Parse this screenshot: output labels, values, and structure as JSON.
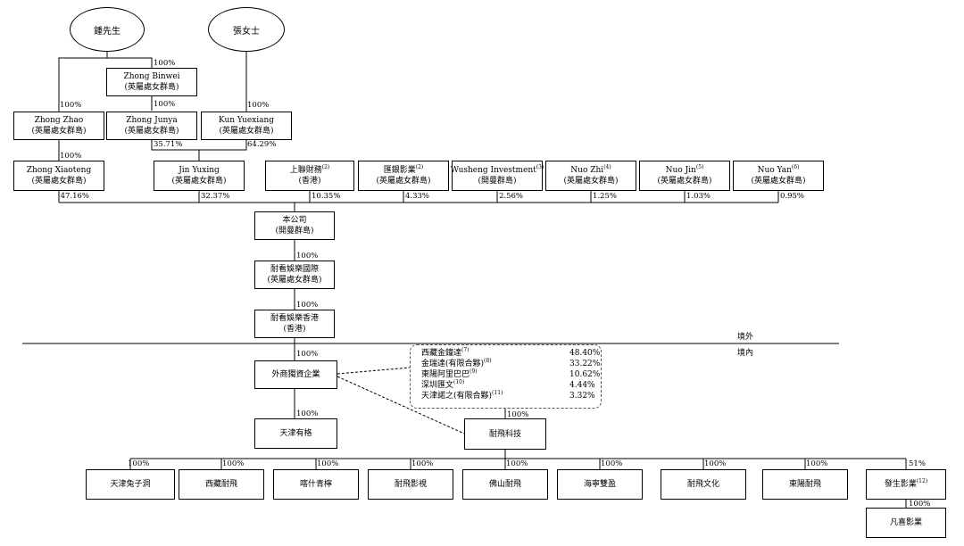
{
  "persons": {
    "mr_zhong": "鍾先生",
    "ms_zhang": "張女士"
  },
  "entities": {
    "zhong_binwei": {
      "name": "Zhong Binwei",
      "place": "(英屬處女群島)"
    },
    "zhong_zhao": {
      "name": "Zhong Zhao",
      "place": "(英屬處女群島)"
    },
    "zhong_junya": {
      "name": "Zhong Junya",
      "place": "(英屬處女群島)"
    },
    "kun_yuexiang": {
      "name": "Kun Yuexiang",
      "place": "(英屬處女群島)"
    },
    "zhong_xiaoteng": {
      "name": "Zhong Xiaoteng",
      "place": "(英屬處女群島)"
    },
    "jin_yuxing": {
      "name": "Jin Yuxing",
      "place": "(英屬處女群島)"
    },
    "shanglian": {
      "name": "上聯財務",
      "note": "(2)",
      "place": "(香港)"
    },
    "huiyin": {
      "name": "匯銀影業",
      "note": "(2)",
      "place": "(英屬處女群島)"
    },
    "wusheng": {
      "name": "Wusheng Investment",
      "note": "(3)",
      "place": "(開曼群島)"
    },
    "nuo_zhi": {
      "name": "Nuo Zhi",
      "note": "(4)",
      "place": "(英屬處女群島)"
    },
    "nuo_jin": {
      "name": "Nuo Jin",
      "note": "(5)",
      "place": "(英屬處女群島)"
    },
    "nuo_yan": {
      "name": "Nuo Yan",
      "note": "(6)",
      "place": "(英屬處女群島)"
    },
    "company": {
      "name": "本公司",
      "place": "(開曼群島)"
    },
    "naikan_intl": {
      "name": "耐看娛樂國際",
      "place": "(英屬處女群島)"
    },
    "naikan_hk": {
      "name": "耐看娛樂香港",
      "place": "(香港)"
    },
    "wfoe": {
      "name": "外商獨資企業"
    },
    "tianjin_youge": {
      "name": "天津有格"
    },
    "naifei_tech": {
      "name": "耐飛科技"
    }
  },
  "subsidiaries": [
    {
      "name": "天津兔子洞",
      "pct": "100%"
    },
    {
      "name": "西藏耐飛",
      "pct": "100%"
    },
    {
      "name": "喀什青檸",
      "pct": "100%"
    },
    {
      "name": "耐飛影視",
      "pct": "100%"
    },
    {
      "name": "佛山耐飛",
      "pct": "100%"
    },
    {
      "name": "海寧雙盈",
      "pct": "100%"
    },
    {
      "name": "耐飛文化",
      "pct": "100%"
    },
    {
      "name": "東陽耐飛",
      "pct": "100%"
    },
    {
      "name": "發生影業",
      "note": "(12)",
      "pct": "51%"
    }
  ],
  "fanxi": {
    "name": "凡喜影業",
    "pct": "100%"
  },
  "percentages": {
    "zhong_binwei": "100%",
    "zhong_zhao": "100%",
    "binwei_junya": "100%",
    "kun_yuexiang": "100%",
    "zhao_xiaoteng": "100%",
    "junya_jin": "35.71%",
    "kun_jin": "64.29%",
    "xiaoteng_co": "47.16%",
    "jin_co": "32.37%",
    "shanglian_co": "10.35%",
    "huiyin_co": "4.33%",
    "wusheng_co": "2.56%",
    "nuozhi_co": "1.25%",
    "nuojin_co": "1.03%",
    "nuoyan_co": "0.95%",
    "co_intl": "100%",
    "intl_hk": "100%",
    "hk_wfoe": "100%",
    "wfoe_youge": "100%",
    "jv_naifei": "100%"
  },
  "zones": {
    "offshore": "境外",
    "onshore": "境內"
  },
  "jv_holders": [
    {
      "name": "西藏金鐘達",
      "note": "(7)",
      "pct": "48.40%"
    },
    {
      "name": "金瑞達(有限合夥)",
      "note": "(8)",
      "pct": "33.22%"
    },
    {
      "name": "東陽阿里巴巴",
      "note": "(9)",
      "pct": "10.62%"
    },
    {
      "name": "深圳匯文",
      "note": "(10)",
      "pct": "4.44%"
    },
    {
      "name": "天津諾之(有限合夥)",
      "note": "(11)",
      "pct": "3.32%"
    }
  ]
}
